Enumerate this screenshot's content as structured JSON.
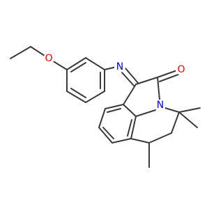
{
  "molecule": {
    "atoms": [
      {
        "id": "O_ether",
        "symbol": "O",
        "color": "#ff0000"
      },
      {
        "id": "N_imine",
        "symbol": "N",
        "color": "#0000ff"
      },
      {
        "id": "O_carbonyl",
        "symbol": "O",
        "color": "#ff0000"
      },
      {
        "id": "N_ring",
        "symbol": "N",
        "color": "#0000ff"
      }
    ],
    "bond_color": "#3a3a3a",
    "background": "#ffffff"
  }
}
